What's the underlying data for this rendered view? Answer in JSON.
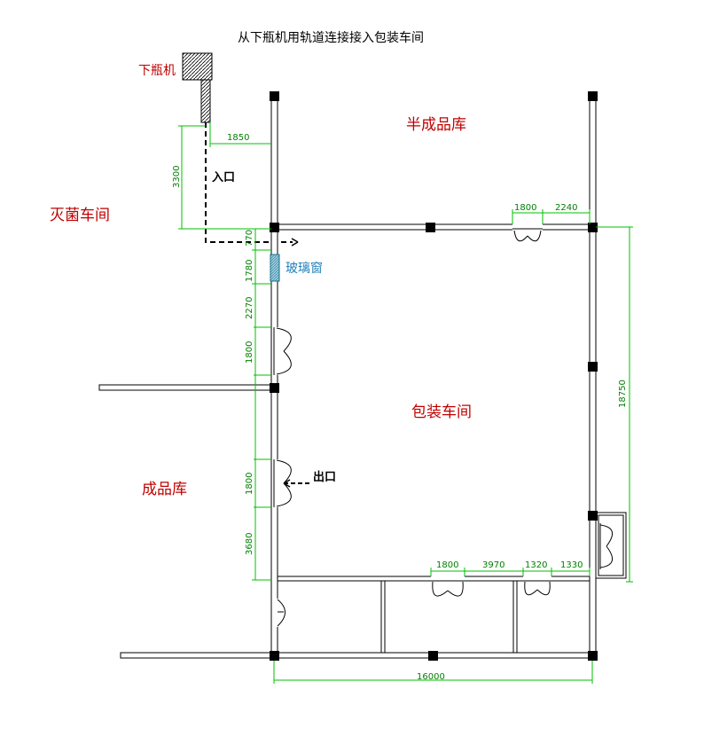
{
  "title": "从下瓶机用轨道连接接入包装车间",
  "machine": {
    "label": "下瓶机"
  },
  "rooms": {
    "semi_finished": "半成品库",
    "sterilization": "灭菌车间",
    "packaging": "包装车间",
    "finished": "成品库"
  },
  "labels": {
    "entrance": "入口",
    "exit": "出口",
    "glass_window": "玻璃窗"
  },
  "dimensions": {
    "d1850": "1850",
    "d3300": "3300",
    "d770": "770",
    "d1780": "1780",
    "d2270": "2270",
    "d1800_left_upper": "1800",
    "d1800_left_lower": "1800",
    "d3680": "3680",
    "d1800_top": "1800",
    "d2240": "2240",
    "d18750": "18750",
    "d1800_bottom": "1800",
    "d3970": "3970",
    "d1320": "1320",
    "d1330": "1330",
    "d16000": "16000"
  },
  "colors": {
    "room_label": "#c00000",
    "dimension": "#00c000",
    "glass_label": "#1e7fb8",
    "wall": "#000000"
  }
}
